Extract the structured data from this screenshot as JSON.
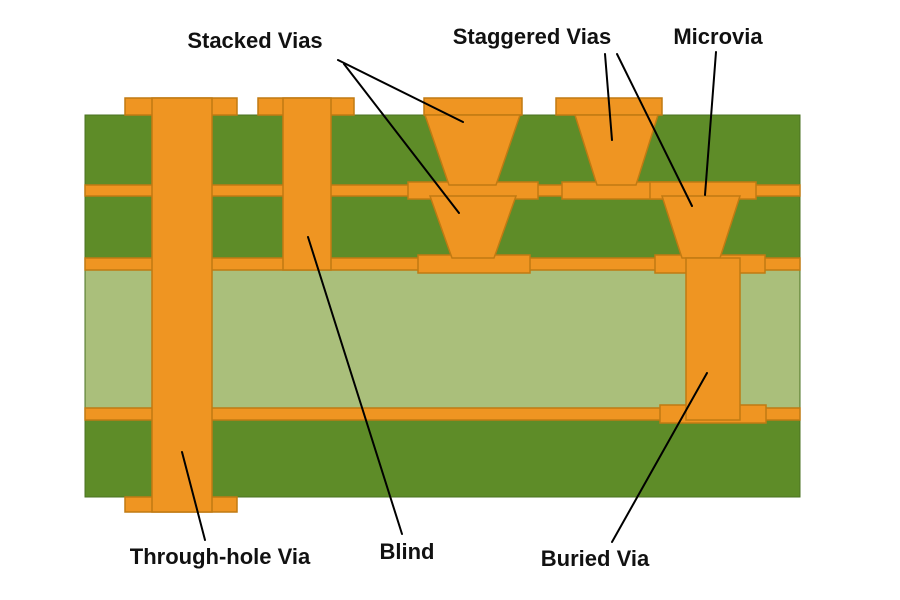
{
  "diagram": {
    "labels": {
      "stacked": "Stacked Vias",
      "staggered": "Staggered Vias",
      "microvia": "Microvia",
      "through_hole": "Through-hole Via",
      "blind": "Blind",
      "buried": "Buried Via"
    },
    "colors": {
      "background": "#ffffff",
      "substrate_dark_green": "#5e8c28",
      "core_light_green": "#aabf7b",
      "copper_orange": "#ef9522",
      "copper_outline": "#c07a12",
      "green_outline": "#4a7220",
      "annotation_line": "#000000",
      "label_text": "#111111"
    }
  }
}
